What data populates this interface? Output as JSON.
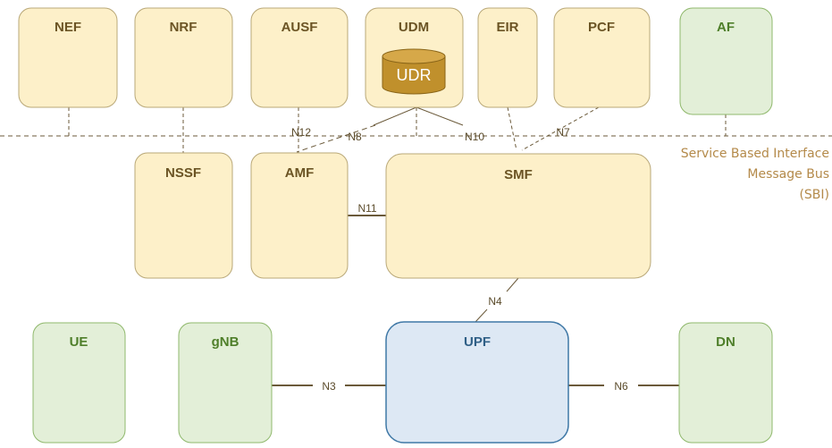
{
  "colors": {
    "core_fill": "#fdf0c9",
    "core_stroke": "#b9a878",
    "core_text": "#6b5424",
    "access_fill": "#e3efd8",
    "access_stroke": "#8fb86c",
    "access_text": "#4f7f2a",
    "upf_fill": "#dde8f4",
    "upf_stroke": "#3f78a6",
    "upf_text": "#2f5f86",
    "line": "#6b5a3a",
    "udr_fill": "#c0902c"
  },
  "functions": {
    "nef": "NEF",
    "nrf": "NRF",
    "ausf": "AUSF",
    "udm": "UDM",
    "udr": "UDR",
    "eir": "EIR",
    "pcf": "PCF",
    "af": "AF",
    "nssf": "NSSF",
    "amf": "AMF",
    "smf": "SMF",
    "ue": "UE",
    "gnb": "gNB",
    "upf": "UPF",
    "dn": "DN"
  },
  "interfaces": {
    "n12": "N12",
    "n8": "N8",
    "n10": "N10",
    "n7": "N7",
    "n11": "N11",
    "n4": "N4",
    "n3": "N3",
    "n6": "N6"
  },
  "bus_label": {
    "line1": "Service Based Interface",
    "line2": "Message Bus",
    "line3": "(SBI)"
  }
}
